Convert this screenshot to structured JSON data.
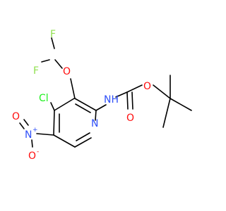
{
  "molecule": {
    "atoms": {
      "F1": {
        "label": "F",
        "color": "#90e050"
      },
      "F2": {
        "label": "F",
        "color": "#90e050"
      },
      "O_ether": {
        "label": "O",
        "color": "#ff0d0d"
      },
      "NH": {
        "label": "NH",
        "color": "#3050f8"
      },
      "O_carbonyl": {
        "label": "O",
        "color": "#ff0d0d"
      },
      "O_ester": {
        "label": "O",
        "color": "#ff0d0d"
      },
      "Cl": {
        "label": "Cl",
        "color": "#1ff01f"
      },
      "N_ring": {
        "label": "N",
        "color": "#3050f8"
      },
      "N_nitro": {
        "label": "N",
        "color": "#3050f8"
      },
      "N_nitro_charge": {
        "label": "+",
        "color": "#3050f8"
      },
      "O_nitro_top": {
        "label": "O",
        "color": "#ff0d0d"
      },
      "O_nitro_bottom": {
        "label": "O",
        "color": "#ff0d0d"
      },
      "O_nitro_charge": {
        "label": "-",
        "color": "#ff0d0d"
      }
    }
  }
}
